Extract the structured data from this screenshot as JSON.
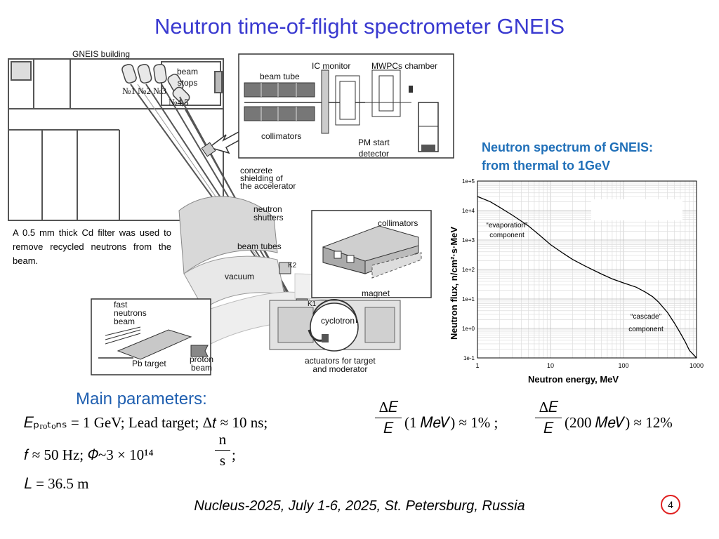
{
  "title": "Neutron time-of-flight spectrometer GNEIS",
  "diagram": {
    "gneis_building": "GNEIS building",
    "beam_stops": [
      "beam",
      "stops"
    ],
    "channels": [
      "№1",
      "№2",
      "№3",
      "№4,5"
    ],
    "ic_monitor": "IC monitor",
    "mwpcs_chamber": "MWPCs chamber",
    "beam_tube": "beam tube",
    "collimators_top": "collimators",
    "pm_start_detector": [
      "PM start",
      "detector"
    ],
    "concrete_shielding": [
      "concrete",
      "shielding of",
      "the accelerator"
    ],
    "neutron_shutters": [
      "neutron",
      "shutters"
    ],
    "collimators_mid": "collimators",
    "beam_tubes": "beam tubes",
    "vacuum": "vacuum",
    "k1": "K1",
    "k2": "K2",
    "magnet": "magnet",
    "cyclotron": "cyclotron",
    "fast_neutrons_beam": [
      "fast",
      "neutrons",
      "beam"
    ],
    "pb_target": "Pb target",
    "proton_beam": [
      "proton",
      "beam"
    ],
    "actuators": [
      "actuators for target",
      "and  moderator"
    ],
    "cd_filter_note": "A 0.5 mm thick Cd filter was used to remove recycled neutrons from the beam."
  },
  "chart_title": [
    "Neutron spectrum of GNEIS:",
    "from thermal to 1GeV"
  ],
  "chart_data": {
    "type": "line",
    "xlabel": "Neutron energy, MeV",
    "ylabel": "Neutron flux, n/cm²·s·MeV",
    "x_scale": "log",
    "y_scale": "log",
    "xlim": [
      1,
      1000
    ],
    "ylim": [
      0.1,
      100000
    ],
    "x_ticks": [
      "1",
      "10",
      "100",
      "1000"
    ],
    "y_ticks": [
      "1e-1",
      "1e+0",
      "1e+1",
      "1e+2",
      "1e+3",
      "1e+4",
      "1e+5"
    ],
    "grid": true,
    "series": [
      {
        "x": [
          1,
          1.5,
          2,
          3,
          5,
          7,
          10,
          15,
          20,
          30,
          50,
          70,
          100,
          150,
          200,
          250,
          300,
          400,
          500,
          600,
          700,
          800,
          1000
        ],
        "y": [
          30000,
          20000,
          13000,
          7000,
          3000,
          1500,
          700,
          350,
          220,
          130,
          70,
          48,
          35,
          25,
          17,
          12,
          8,
          3.5,
          1.5,
          0.7,
          0.35,
          0.18,
          0.1
        ]
      }
    ],
    "annotations": [
      {
        "text": "“evaporation” component"
      },
      {
        "text": "“cascade” component"
      }
    ]
  },
  "main_parameters_heading": "Main parameters:",
  "params": {
    "row1": "𝐸ₚᵣₒₜₒₙₛ = 1 GeV;   Lead target;   Δ𝑡 ≈ 10 ns;",
    "frac1_num": "Δ𝐸",
    "frac1_den": "𝐸",
    "frac1_rest": "(1 𝑀𝑒𝑉) ≈ 1%  ;",
    "frac2_num": "Δ𝐸",
    "frac2_den": "𝐸",
    "frac2_rest": "(200 𝑀𝑒𝑉) ≈ 12%",
    "row2_left": "𝑓 ≈ 50 Hz;    𝛷~3 × 10¹⁴",
    "frac3_num": "n",
    "frac3_den": "s",
    "row2_end": ";",
    "row3": "𝐿 = 36.5 m"
  },
  "footer": "Nucleus-2025, July 1-6, 2025, St. Petersburg, Russia",
  "page_number": "4"
}
